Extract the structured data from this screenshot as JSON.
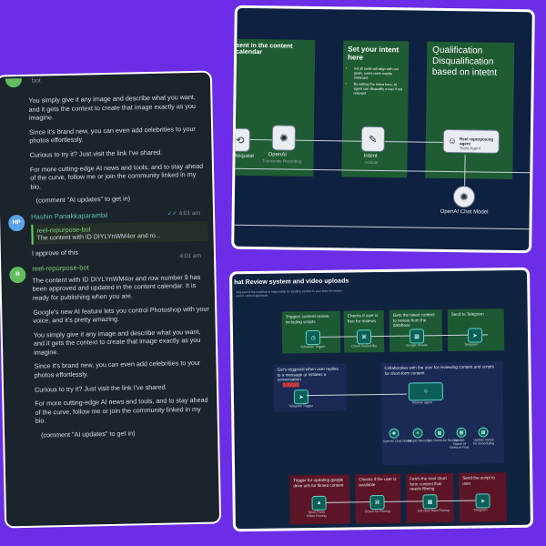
{
  "chat": {
    "top_sender": "bot",
    "first_message": [
      "You simply give it any image and describe what you want, and it gets the context to create that image exactly as you imagine.",
      "Since it's brand new, you can even add celebrities to your photos effortlessly.",
      "Curious to try it? Just visit the link I've shared.",
      "For more cutting-edge AI news and tools, and to stay ahead of the curve, follow me or join the community linked in my bio.",
      "(comment \"AI updates\" to get in)"
    ],
    "user": {
      "initials": "HP",
      "name": "Hashin Panakkaparambil",
      "time": "4:01 am",
      "reply_name": "reel-repurpose-bot",
      "reply_text": "The content with ID DIYLYnWM4or and ro...",
      "text": "I approve of this"
    },
    "bot": {
      "initials": "R",
      "name": "reel-repurpose-bot",
      "time": "4:01 am",
      "message": [
        "The content with ID DIYLYnWM4or and row number 9 has been approved and updated in the content calendar. It is ready for publishing when you are.",
        "Google's new AI feature lets you control Photoshop with your voice, and it's pretty amazing.",
        "You simply give it any image and describe what you want, and it gets the context to create that image exactly as you imagine.",
        "Since it's brand new, you can even add celebrities to your photos effortlessly.",
        "Curious to try it? Just visit the link I've shared.",
        "For more cutting-edge AI news and tools, and to stay ahead of the curve, follow me or join the community linked in my bio.",
        "(comment \"AI updates\" to get in)"
      ]
    }
  },
  "workflow1": {
    "note1": "sent in the content calendar",
    "note2_title": "Set your intent here",
    "note2_bullets": [
      "not all reels will align with our goals, some reels maybe irrelevant",
      "By setting the intent here, AI agent can disqualify a reel if not relevant"
    ],
    "note3": "Qualification Disqualification based on intetnt",
    "nodes": {
      "request": "Request",
      "openai": "OpenAI",
      "openai_sub": "Transcribe Recording",
      "intent": "Intent",
      "intent_sub": "manual",
      "agent": "Reel repurposing agent",
      "agent_sub": "Tools Agent",
      "chat_model": "OpenAI Chat Model"
    }
  },
  "workflow2": {
    "title": "hat Review system and video uploads",
    "intro": "This part of the workflow is responsible for sending content to your team for review and to content approvals",
    "row1": [
      "Triggers content review including scripts",
      "Checks if user is free for reviews",
      "Gets the latest content to review from the database",
      "Send to Telegram"
    ],
    "row1_nodes": [
      "Schedule Trigger",
      "Check Availability",
      "Google Sheets",
      "Telegram"
    ],
    "row2_left": "Get's triggered when user replies to a message or initiates a conversation",
    "row2_left_node": "Telegram Trigger",
    "row2_right": "Collaborates with the user for reviewing content and scripts for short-form content",
    "row2_agent": "Review agent",
    "row2_tools": [
      "OpenAI Chat Model",
      "Simple Memory",
      "Get Reels for Review",
      "Update Status of Reels to Post",
      "Update status for Scheduling"
    ],
    "row3": [
      "Trigger for updating google drive urls for filmed content",
      "Checks if the user is available",
      "Fetch the next short form content that needs filming",
      "Send the script to user"
    ],
    "row3_nodes": [
      "Short Form Video Filming",
      "Check for Filming",
      "Get Next Reel Filming",
      "Telegram"
    ]
  },
  "colors": {
    "background": "#6b2ee6",
    "chat_bg": "#1b232b",
    "canvas_bg": "#0f2140",
    "sticky_green": "#1f5c33",
    "sticky_red": "#5c1526",
    "avatar_hp": "#5aa3ea",
    "avatar_r": "#61bd5f"
  }
}
